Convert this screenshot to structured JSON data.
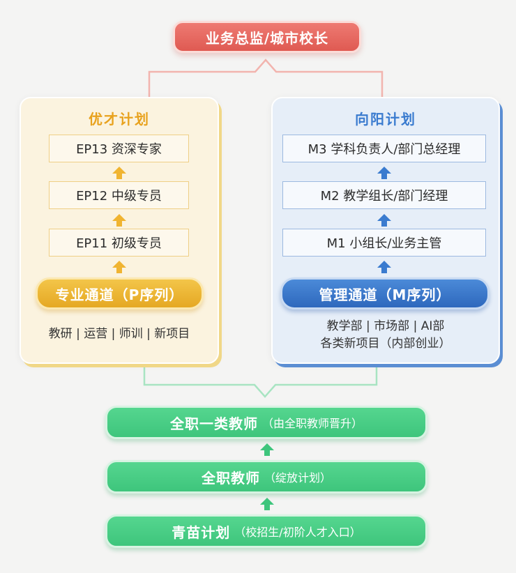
{
  "top": {
    "label": "业务总监/城市校长"
  },
  "left_panel": {
    "title": "优才计划",
    "steps": [
      "EP13 资深专家",
      "EP12 中级专员",
      "EP11 初级专员"
    ],
    "channel": "专业通道（P序列）",
    "depts": "教研 | 运营 | 师训 | 新项目"
  },
  "right_panel": {
    "title": "向阳计划",
    "steps": [
      "M3 学科负责人/部门总经理",
      "M2 教学组长/部门经理",
      "M1 小组长/业务主管"
    ],
    "channel": "管理通道（M序列）",
    "depts_line1": "教学部 | 市场部 | AI部",
    "depts_line2": "各类新项目（内部创业）"
  },
  "bottom": [
    {
      "main": "全职一类教师",
      "sub": "（由全职教师晋升）"
    },
    {
      "main": "全职教师",
      "sub": "（绽放计划）"
    },
    {
      "main": "青苗计划",
      "sub": "（校招生/初阶人才入口）"
    }
  ],
  "colors": {
    "top": "#e3625a",
    "left_accent": "#e8a21e",
    "right_accent": "#3a7bcf",
    "green": "#46c981"
  }
}
